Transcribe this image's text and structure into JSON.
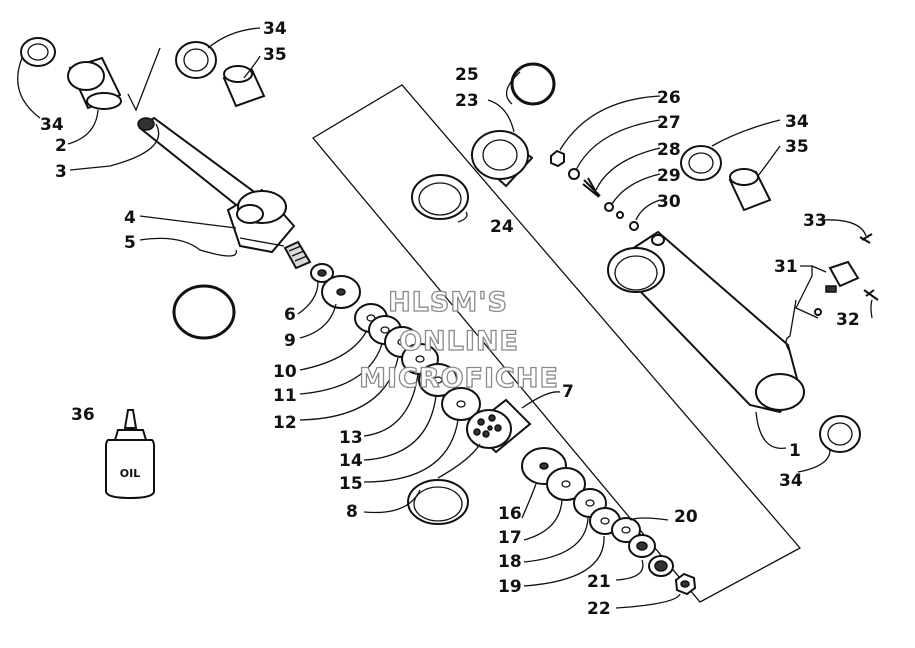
{
  "watermark": {
    "line1": "HLSM'S",
    "line2": "ONLINE",
    "line3": "MICROFICHE"
  },
  "bottle_label": "OIL",
  "callouts": {
    "c34a": "34",
    "c35a": "35",
    "c34b": "34",
    "c2": "2",
    "c3": "3",
    "c4": "4",
    "c5": "5",
    "c6": "6",
    "c9": "9",
    "c10": "10",
    "c11": "11",
    "c12": "12",
    "c13": "13",
    "c14": "14",
    "c15": "15",
    "c8": "8",
    "c36": "36",
    "c25": "25",
    "c23": "23",
    "c24": "24",
    "c26": "26",
    "c27": "27",
    "c28": "28",
    "c29": "29",
    "c30": "30",
    "c34c": "34",
    "c35c": "35",
    "c33": "33",
    "c31": "31",
    "c32": "32",
    "c1": "1",
    "c34d": "34",
    "c7": "7",
    "c16": "16",
    "c17": "17",
    "c18": "18",
    "c19": "19",
    "c20": "20",
    "c21": "21",
    "c22": "22"
  }
}
